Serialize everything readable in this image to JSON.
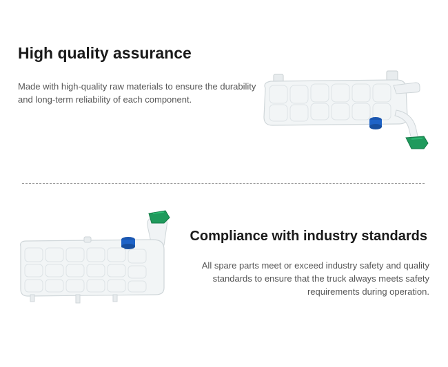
{
  "sections": [
    {
      "title": "High quality assurance",
      "description": "Made with high-quality raw materials to ensure the durability and long-term reliability of each component."
    },
    {
      "title": "Compliance with industry standards",
      "description": "All spare parts meet or exceed industry safety and quality standards to ensure that the truck always meets safety requirements during operation."
    }
  ],
  "colors": {
    "tank_body": "#f2f5f6",
    "tank_shadow": "#dfe4e6",
    "cap_blue": "#1e63c7",
    "cap_green": "#1f9a5c",
    "divider": "#9a9a9a"
  }
}
